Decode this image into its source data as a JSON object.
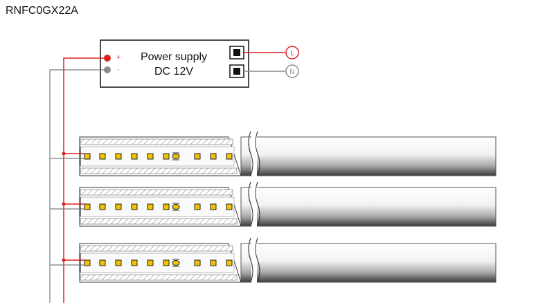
{
  "model_code": "RNFC0GX22A",
  "power_supply": {
    "label_line1": "Power supply",
    "label_line2": "DC 12V",
    "positive_symbol": "+",
    "negative_symbol": "-"
  },
  "mains_terminals": {
    "live": "L",
    "neutral": "N"
  },
  "strip_count": 3,
  "colors": {
    "positive_wire": "#e0201e",
    "negative_wire": "#7a7a7a",
    "neutral_terminal": "#8c8c8c",
    "led": "#f2c200",
    "outline": "#222222"
  },
  "icons": [
    "positive-terminal-dot-icon",
    "negative-terminal-dot-icon",
    "output-screw-terminal-icon",
    "live-terminal-icon",
    "neutral-terminal-icon",
    "led-chip-icon",
    "resistor-icon"
  ]
}
